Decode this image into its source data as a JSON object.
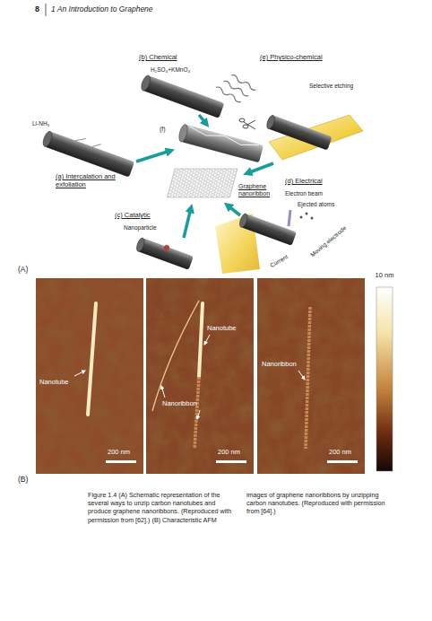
{
  "diagram": {
    "caption": "Figure 1.4 (A) Schematic representation of the several ways to unzip carbon nanotubes and produce graphene nanoribbons. (Reproduced with permission from [62].) (B) Characteristic AFM images of graphene nanoribbons by unzipping carbon nanotubes. (Reproduced with permission from [64].)",
    "nodes": [
      {
        "text": [
          "Nanotube",
          "200 nm"
        ]
      },
      {
        "text": [
          "Nanotube",
          "Nanoribbon",
          "200 nm"
        ]
      },
      {
        "text": [
          "Nanoribbon",
          "200 nm"
        ]
      },
      {
        "text": [
          "10 nm"
        ]
      }
    ],
    "labels": [
      "8",
      "1 An Introduction to Graphene",
      "(b) Chemical",
      "H₂SO₄+KMnO₄",
      "(e) Physico-chemical",
      "Selective etching",
      "Li-NH₃",
      "(f)",
      "(a) Intercalation and exfoliation",
      "Graphene nanoribbon",
      "(d) Electrical",
      "Electron beam",
      "Ejected atoms",
      "Current",
      "Moving electrode",
      "(c) Catalytic",
      "Nanoparticle",
      "(A)",
      "(B)"
    ]
  }
}
